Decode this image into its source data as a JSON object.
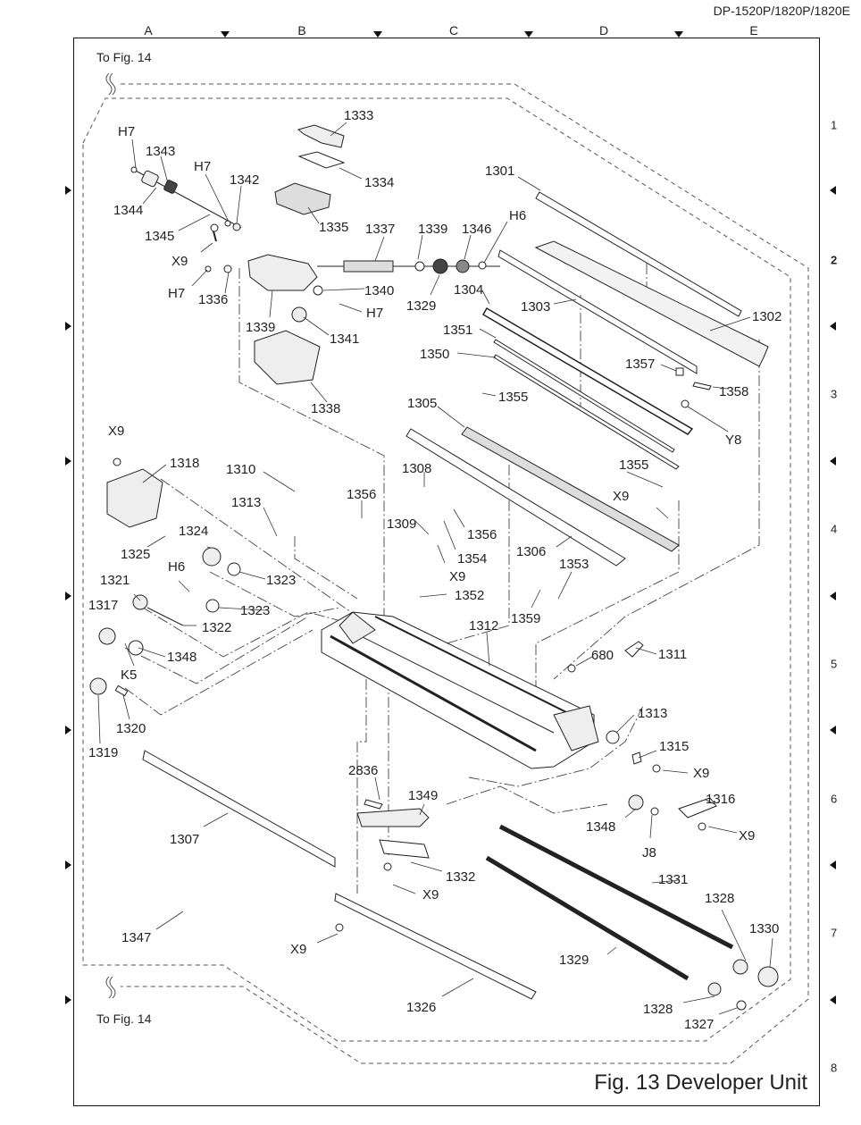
{
  "header": {
    "model": "DP-1520P/1820P/1820E"
  },
  "grid": {
    "columns": [
      "A",
      "B",
      "C",
      "D",
      "E"
    ],
    "rows": [
      "1",
      "2",
      "3",
      "4",
      "5",
      "6",
      "7",
      "8"
    ]
  },
  "references": {
    "top": "To Fig. 14",
    "bottom": "To Fig. 14"
  },
  "figure_title": "Fig. 13 Developer Unit",
  "parts": [
    {
      "id": "p1333",
      "label": "1333"
    },
    {
      "id": "p1334",
      "label": "1334"
    },
    {
      "id": "p1335",
      "label": "1335"
    },
    {
      "id": "p1343",
      "label": "1343"
    },
    {
      "id": "h7a",
      "label": "H7"
    },
    {
      "id": "h7b",
      "label": "H7"
    },
    {
      "id": "p1342",
      "label": "1342"
    },
    {
      "id": "p1344",
      "label": "1344"
    },
    {
      "id": "p1345",
      "label": "1345"
    },
    {
      "id": "x9a",
      "label": "X9"
    },
    {
      "id": "h7c",
      "label": "H7"
    },
    {
      "id": "p1336",
      "label": "1336"
    },
    {
      "id": "p1337",
      "label": "1337"
    },
    {
      "id": "p1339a",
      "label": "1339"
    },
    {
      "id": "p1346",
      "label": "1346"
    },
    {
      "id": "h6a",
      "label": "H6"
    },
    {
      "id": "p1329a",
      "label": "1329"
    },
    {
      "id": "p1340",
      "label": "1340"
    },
    {
      "id": "h7d",
      "label": "H7"
    },
    {
      "id": "p1339b",
      "label": "1339"
    },
    {
      "id": "p1341",
      "label": "1341"
    },
    {
      "id": "p1338",
      "label": "1338"
    },
    {
      "id": "p1301",
      "label": "1301"
    },
    {
      "id": "p1304",
      "label": "1304"
    },
    {
      "id": "p1303",
      "label": "1303"
    },
    {
      "id": "p1302",
      "label": "1302"
    },
    {
      "id": "p1351",
      "label": "1351"
    },
    {
      "id": "p1350",
      "label": "1350"
    },
    {
      "id": "p1357",
      "label": "1357"
    },
    {
      "id": "p1358",
      "label": "1358"
    },
    {
      "id": "p1355a",
      "label": "1355"
    },
    {
      "id": "p1305",
      "label": "1305"
    },
    {
      "id": "y8",
      "label": "Y8"
    },
    {
      "id": "x9b",
      "label": "X9"
    },
    {
      "id": "p1318",
      "label": "1318"
    },
    {
      "id": "p1310",
      "label": "1310"
    },
    {
      "id": "p1308",
      "label": "1308"
    },
    {
      "id": "p1355b",
      "label": "1355"
    },
    {
      "id": "p1356a",
      "label": "1356"
    },
    {
      "id": "p1313a",
      "label": "1313"
    },
    {
      "id": "p1309",
      "label": "1309"
    },
    {
      "id": "p1356b",
      "label": "1356"
    },
    {
      "id": "x9c",
      "label": "X9"
    },
    {
      "id": "p1325",
      "label": "1325"
    },
    {
      "id": "p1324",
      "label": "1324"
    },
    {
      "id": "p1354",
      "label": "1354"
    },
    {
      "id": "p1306",
      "label": "1306"
    },
    {
      "id": "x9d",
      "label": "X9"
    },
    {
      "id": "p1323a",
      "label": "1323"
    },
    {
      "id": "h6b",
      "label": "H6"
    },
    {
      "id": "p1353",
      "label": "1353"
    },
    {
      "id": "p1321",
      "label": "1321"
    },
    {
      "id": "p1323b",
      "label": "1323"
    },
    {
      "id": "p1352",
      "label": "1352"
    },
    {
      "id": "p1317",
      "label": "1317"
    },
    {
      "id": "p1322",
      "label": "1322"
    },
    {
      "id": "p1359",
      "label": "1359"
    },
    {
      "id": "p1312",
      "label": "1312"
    },
    {
      "id": "p1348a",
      "label": "1348"
    },
    {
      "id": "k5",
      "label": "K5"
    },
    {
      "id": "p680",
      "label": "680"
    },
    {
      "id": "p1311",
      "label": "1311"
    },
    {
      "id": "p1320",
      "label": "1320"
    },
    {
      "id": "p1313b",
      "label": "1313"
    },
    {
      "id": "p1319",
      "label": "1319"
    },
    {
      "id": "p1315",
      "label": "1315"
    },
    {
      "id": "x9e",
      "label": "X9"
    },
    {
      "id": "p2836",
      "label": "2836"
    },
    {
      "id": "p1349",
      "label": "1349"
    },
    {
      "id": "p1316",
      "label": "1316"
    },
    {
      "id": "p1348b",
      "label": "1348"
    },
    {
      "id": "x9f",
      "label": "X9"
    },
    {
      "id": "j8",
      "label": "J8"
    },
    {
      "id": "p1307",
      "label": "1307"
    },
    {
      "id": "p1332",
      "label": "1332"
    },
    {
      "id": "p1331",
      "label": "1331"
    },
    {
      "id": "x9g",
      "label": "X9"
    },
    {
      "id": "p1328a",
      "label": "1328"
    },
    {
      "id": "p1347",
      "label": "1347"
    },
    {
      "id": "x9h",
      "label": "X9"
    },
    {
      "id": "p1330",
      "label": "1330"
    },
    {
      "id": "p1329b",
      "label": "1329"
    },
    {
      "id": "p1326",
      "label": "1326"
    },
    {
      "id": "p1328b",
      "label": "1328"
    },
    {
      "id": "p1327",
      "label": "1327"
    }
  ]
}
